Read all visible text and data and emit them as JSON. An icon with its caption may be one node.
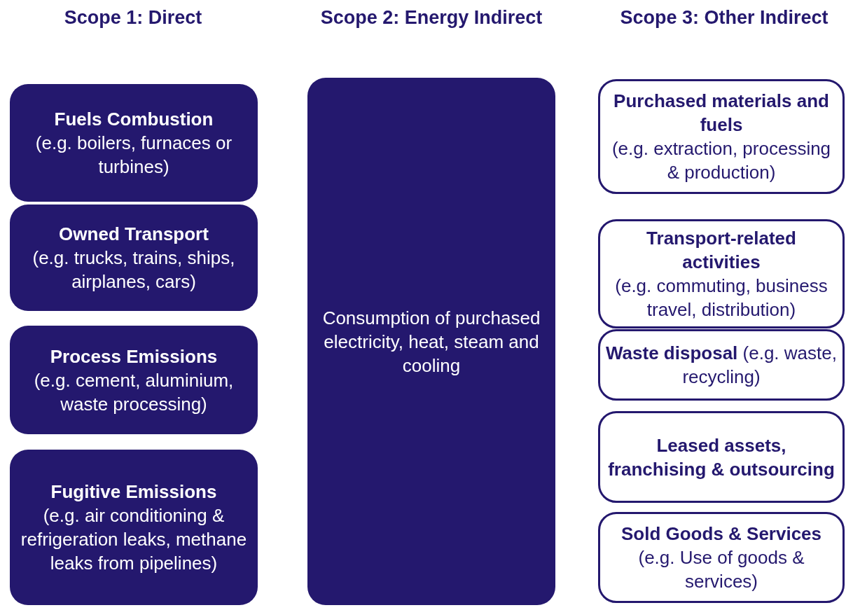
{
  "diagram": {
    "nodes": [
      {
        "text": [
          "Fuels Combustion",
          "(e.g. boilers, furnaces or turbines)"
        ]
      },
      {
        "text": [
          "Owned Transport",
          "(e.g. trucks, trains, ships, airplanes, cars)"
        ]
      },
      {
        "text": [
          "Process Emissions",
          "(e.g. cement, aluminium, waste processing)"
        ]
      },
      {
        "text": [
          "Fugitive Emissions",
          "(e.g. air conditioning & refrigeration leaks, methane leaks from pipelines)"
        ]
      },
      {
        "text": [
          "Consumption of purchased electricity, heat, steam and cooling"
        ]
      },
      {
        "text": [
          "Purchased materials and fuels",
          "(e.g. extraction, processing & production)"
        ]
      },
      {
        "text": [
          "Transport-related activities",
          "(e.g. commuting, business travel, distribution)"
        ]
      },
      {
        "text": [
          "**Waste disposal** (e.g. waste, recycling)"
        ]
      },
      {
        "text": [
          "Leased assets, franchising & outsourcing"
        ]
      },
      {
        "text": [
          "**Sold Goods & Services** (e.g. Use of goods & services)"
        ]
      }
    ],
    "labels": [
      "Scope 1: Direct",
      "Scope 2: Energy Indirect",
      "Scope 3: Other Indirect"
    ]
  }
}
